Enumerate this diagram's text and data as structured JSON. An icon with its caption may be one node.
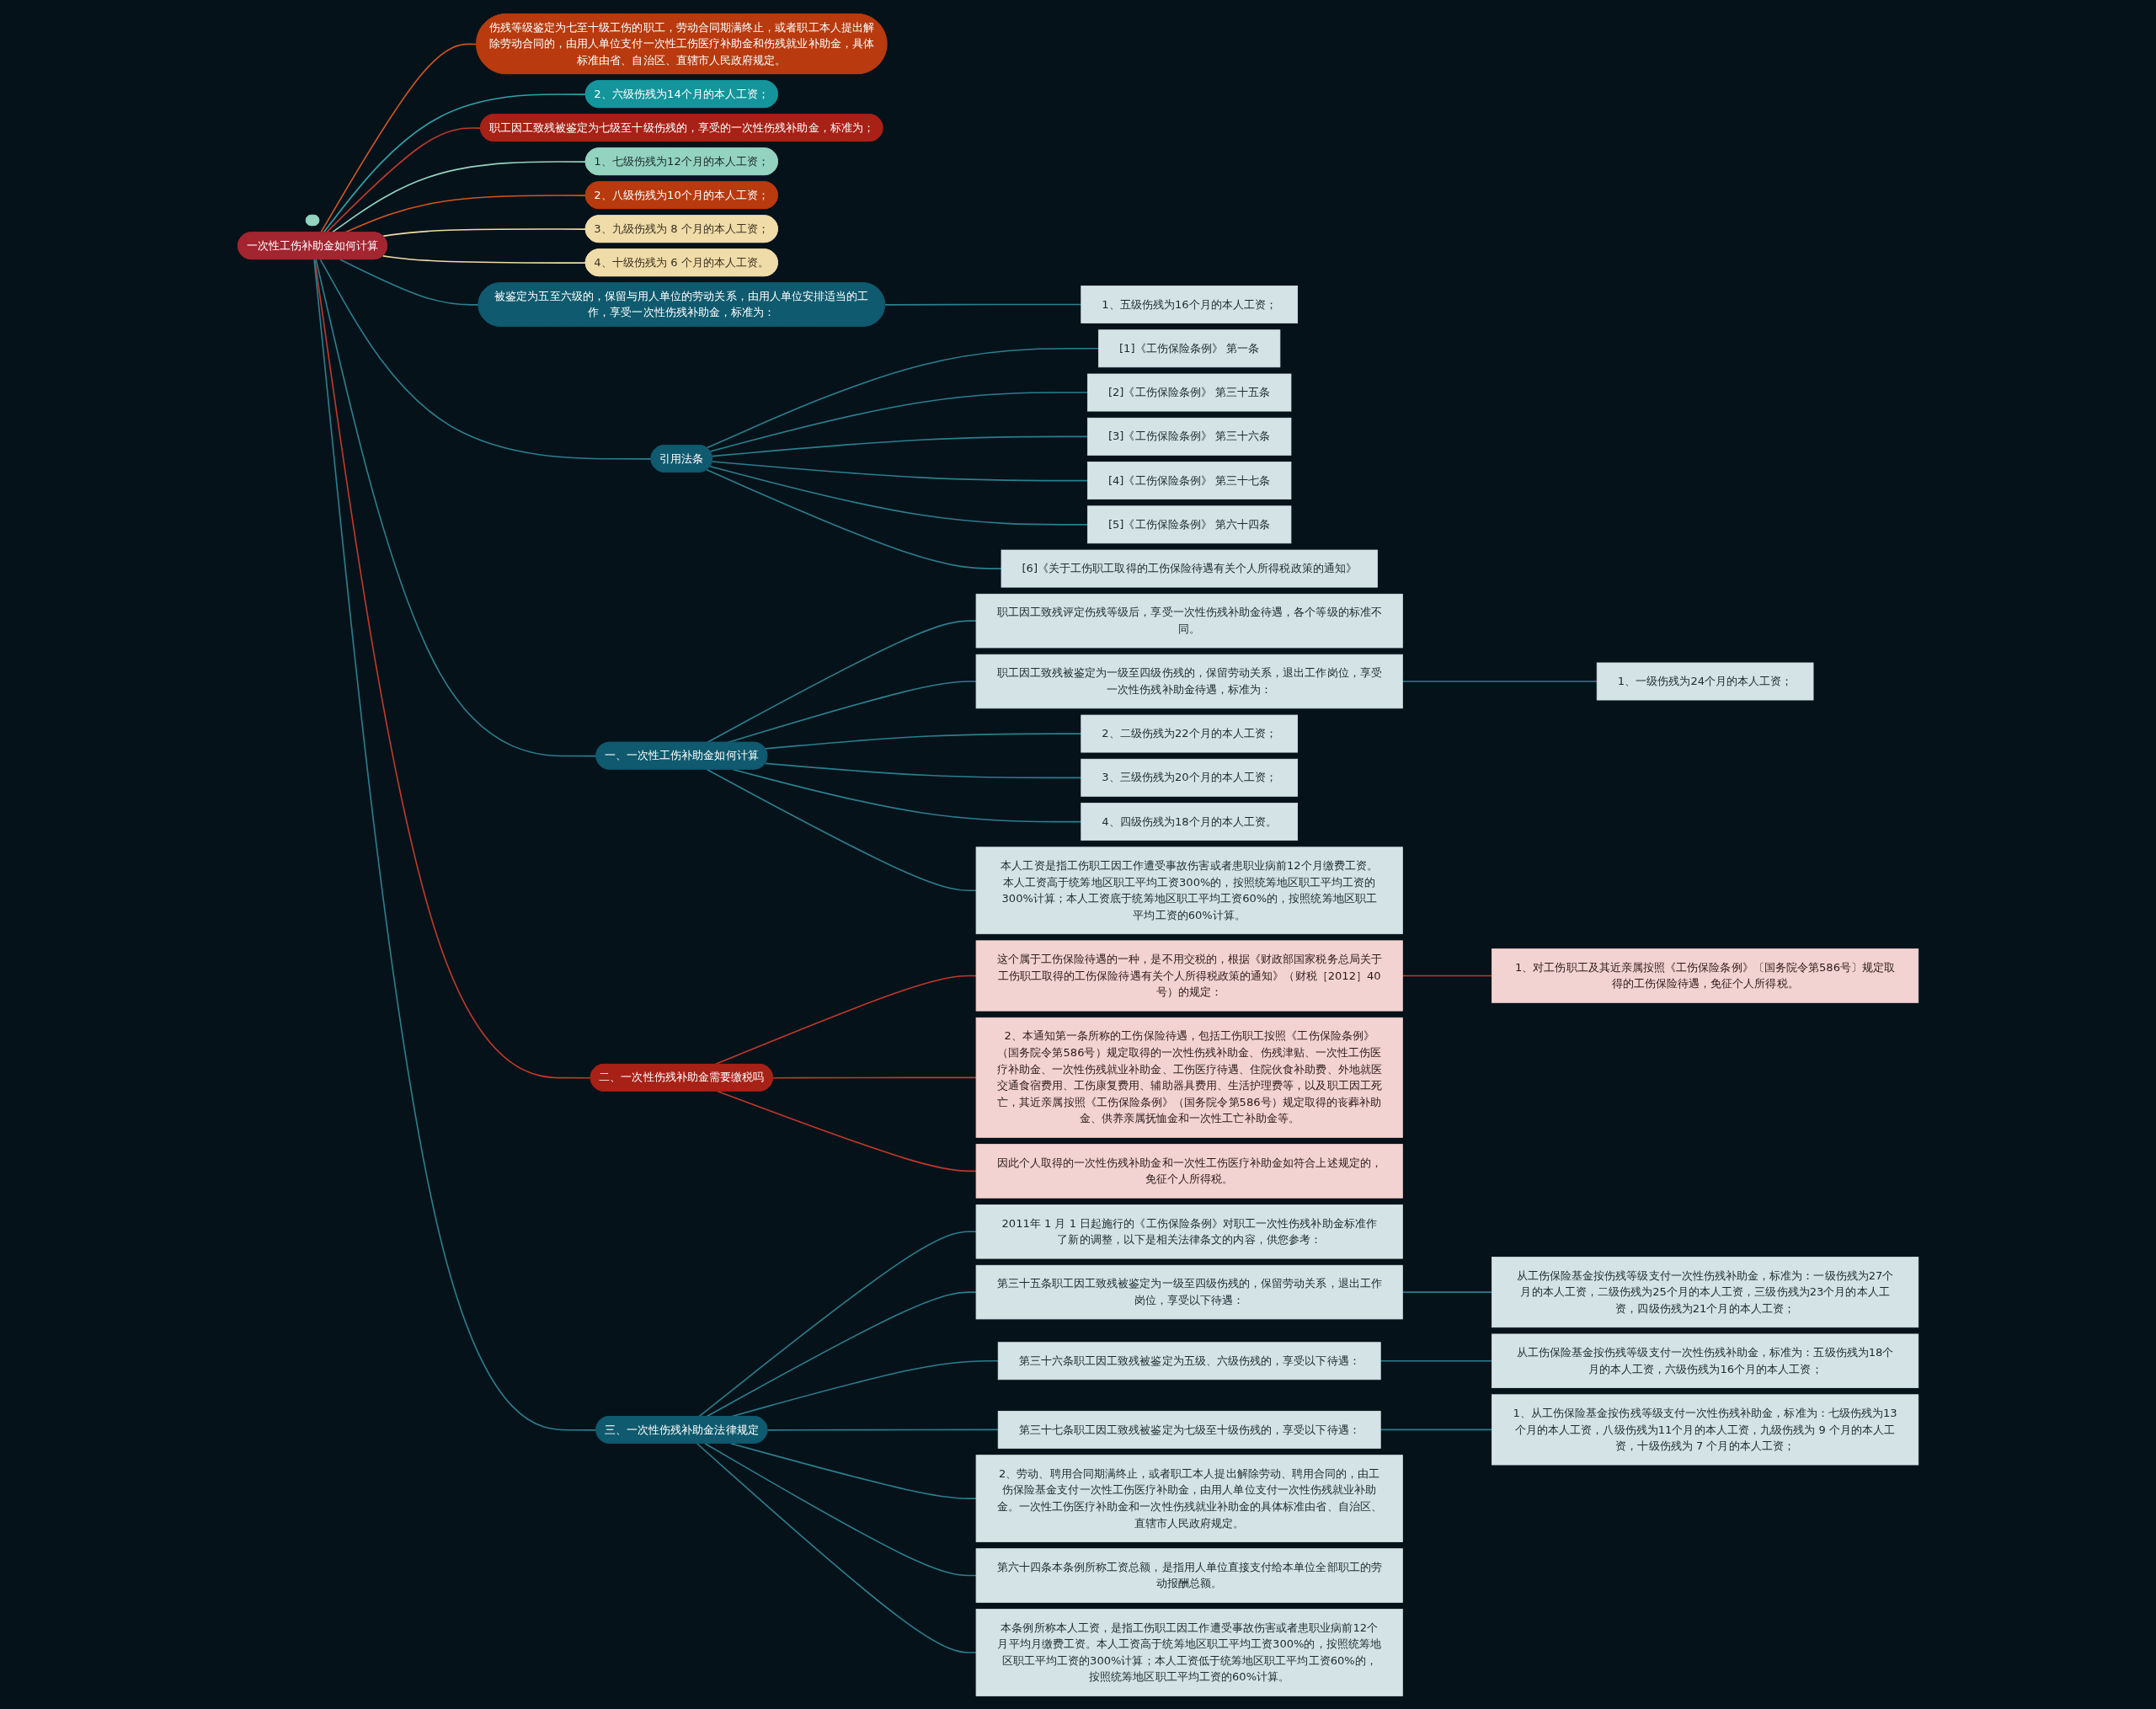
{
  "diagram": {
    "nodes": [
      {
        "text": [
          "一次性工伤补助金如何计算"
        ]
      },
      {
        "text": [
          "一、一次性工伤补助金如何计算"
        ]
      },
      {
        "text": [
          "职工因工致残评定伤残等级后，享受一次性伤残补助金待遇，各个等级的标准不同。"
        ]
      },
      {
        "text": [
          "职工因工致残被鉴定为一级至四级伤残的，保留劳动关系，退出工作岗位，享受一次性伤残补助金待遇，标准为："
        ]
      },
      {
        "text": [
          "1、一级伤残为24个月的本人工资；"
        ]
      },
      {
        "text": [
          "2、二级伤残为22个月的本人工资；"
        ]
      },
      {
        "text": [
          "3、三级伤残为20个月的本人工资；"
        ]
      },
      {
        "text": [
          "4、四级伤残为18个月的本人工资。"
        ]
      },
      {
        "text": [
          "本人工资是指工伤职工因工作遭受事故伤害或者患职业病前12个月缴费工资。本人工资高于统筹地区职工平均工资300%的，按照统筹地区职工平均工资的300%计算；本人工资底于统筹地区职工平均工资60%的，按照统筹地区职工平均工资的60%计算。"
        ]
      },
      {
        "text": [
          "被鉴定为五至六级的，保留与用人单位的劳动关系，由用人单位安排适当的工作，享受一次性伤残补助金，标准为："
        ]
      },
      {
        "text": [
          "1、五级伤残为16个月的本人工资；"
        ]
      },
      {
        "text": [
          "2、六级伤残为14个月的本人工资；"
        ]
      },
      {
        "text": [
          "职工因工致残被鉴定为七级至十级伤残的，享受的一次性伤残补助金，标准为；"
        ]
      },
      {
        "text": [
          "1、七级伤残为12个月的本人工资；"
        ]
      },
      {
        "text": [
          "2、八级伤残为10个月的本人工资；"
        ]
      },
      {
        "text": [
          "3、九级伤残为 8 个月的本人工资；"
        ]
      },
      {
        "text": [
          "4、十级伤残为 6 个月的本人工资。"
        ]
      },
      {
        "text": [
          "伤残等级鉴定为七至十级工伤的职工，劳动合同期满终止，或者职工本人提出解除劳动合同的，由用人单位支付一次性工伤医疗补助金和伤残就业补助金，具体标准由省、自治区、直辖市人民政府规定。"
        ]
      },
      {
        "text": [],
        "shape": "box"
      },
      {
        "text": [
          "二、一次性伤残补助金需要缴税吗"
        ]
      },
      {
        "text": [
          "这个属于工伤保险待遇的一种，是不用交税的，根据《财政部国家税务总局关于工伤职工取得的工伤保险待遇有关个人所得税政策的通知》（财税［2012］40号）的规定："
        ]
      },
      {
        "text": [
          "1、对工伤职工及其近亲属按照《工伤保险条例》〔国务院令第586号〕规定取得的工伤保险待遇，免征个人所得税。"
        ]
      },
      {
        "text": [
          "2、本通知第一条所称的工伤保险待遇，包括工伤职工按照《工伤保险条例》（国务院令第586号）规定取得的一次性伤残补助金、伤残津贴、一次性工伤医疗补助金、一次性伤残就业补助金、工伤医疗待遇、住院伙食补助费、外地就医交通食宿费用、工伤康复费用、辅助器具费用、生活护理费等，以及职工因工死亡，其近亲属按照《工伤保险条例》（国务院令第586号）规定取得的丧葬补助金、供养亲属抚恤金和一次性工亡补助金等。"
        ]
      },
      {
        "text": [
          "因此个人取得的一次性伤残补助金和一次性工伤医疗补助金如符合上述规定的，免征个人所得税。"
        ]
      },
      {
        "text": [
          "三、一次性伤残补助金法律规定"
        ]
      },
      {
        "text": [
          "2011年 1 月 1 日起施行的《工伤保险条例》对职工一次性伤残补助金标准作了新的调整，以下是相关法律条文的内容，供您参考："
        ]
      },
      {
        "text": [
          "第三十五条职工因工致残被鉴定为一级至四级伤残的，保留劳动关系，退出工作岗位，享受以下待遇："
        ]
      },
      {
        "text": [
          "从工伤保险基金按伤残等级支付一次性伤残补助金，标准为：一级伤残为27个月的本人工资，二级伤残为25个月的本人工资，三级伤残为23个月的本人工资，四级伤残为21个月的本人工资；"
        ]
      },
      {
        "text": [
          "第三十六条职工因工致残被鉴定为五级、六级伤残的，享受以下待遇："
        ]
      },
      {
        "text": [
          "从工伤保险基金按伤残等级支付一次性伤残补助金，标准为：五级伤残为18个月的本人工资，六级伤残为16个月的本人工资；"
        ]
      },
      {
        "text": [
          "第三十七条职工因工致残被鉴定为七级至十级伤残的，享受以下待遇："
        ]
      },
      {
        "text": [
          "1、从工伤保险基金按伤残等级支付一次性伤残补助金，标准为：七级伤残为13个月的本人工资，八级伤残为11个月的本人工资，九级伤残为 9 个月的本人工资，十级伤残为 7 个月的本人工资；"
        ]
      },
      {
        "text": [
          "2、劳动、聘用合同期满终止，或者职工本人提出解除劳动、聘用合同的，由工伤保险基金支付一次性工伤医疗补助金，由用人单位支付一次性伤残就业补助金。一次性工伤医疗补助金和一次性伤残就业补助金的具体标准由省、自治区、直辖市人民政府规定。"
        ]
      },
      {
        "text": [
          "第六十四条本条例所称工资总额，是指用人单位直接支付给本单位全部职工的劳动报酬总额。"
        ]
      },
      {
        "text": [
          "本条例所称本人工资，是指工伤职工因工作遭受事故伤害或者患职业病前12个月平均月缴费工资。本人工资高于统筹地区职工平均工资300%的，按照统筹地区职工平均工资的300%计算；本人工资低于统筹地区职工平均工资60%的，按照统筹地区职工平均工资的60%计算。"
        ]
      },
      {
        "text": [
          "引用法条"
        ]
      },
      {
        "text": [
          "[1]《工伤保险条例》 第一条"
        ]
      },
      {
        "text": [
          "[2]《工伤保险条例》 第三十五条"
        ]
      },
      {
        "text": [
          "[3]《工伤保险条例》 第三十六条"
        ]
      },
      {
        "text": [
          "[4]《工伤保险条例》 第三十七条"
        ]
      },
      {
        "text": [
          "[5]《工伤保险条例》 第六十四条"
        ]
      },
      {
        "text": [
          "[6]《关于工伤职工取得的工伤保险待遇有关个人所得税政策的通知》"
        ]
      }
    ],
    "edges": [
      {
        "from": 0,
        "to": 1,
        "arrow": "none"
      },
      {
        "from": 1,
        "to": 2,
        "arrow": "none"
      },
      {
        "from": 1,
        "to": 3,
        "arrow": "none"
      },
      {
        "from": 3,
        "to": 4,
        "arrow": "none"
      },
      {
        "from": 1,
        "to": 5,
        "arrow": "none"
      },
      {
        "from": 1,
        "to": 6,
        "arrow": "none"
      },
      {
        "from": 1,
        "to": 7,
        "arrow": "none"
      },
      {
        "from": 1,
        "to": 8,
        "arrow": "none"
      },
      {
        "from": 0,
        "to": 9,
        "arrow": "none"
      },
      {
        "from": 9,
        "to": 10,
        "arrow": "none"
      },
      {
        "from": 0,
        "to": 11,
        "arrow": "none",
        "color": "#2fa3aa"
      },
      {
        "from": 0,
        "to": 12,
        "arrow": "none",
        "color": "#c0392b"
      },
      {
        "from": 0,
        "to": 13,
        "arrow": "none",
        "color": "#93d3c0"
      },
      {
        "from": 0,
        "to": 14,
        "arrow": "none",
        "color": "#d2561c"
      },
      {
        "from": 0,
        "to": 15,
        "arrow": "none",
        "color": "#f0dca8"
      },
      {
        "from": 0,
        "to": 16,
        "arrow": "none",
        "color": "#f0dca8"
      },
      {
        "from": 0,
        "to": 17,
        "arrow": "none",
        "color": "#d2561c"
      },
      {
        "from": 0,
        "to": 19,
        "arrow": "none",
        "color": "#c0392b"
      },
      {
        "from": 19,
        "to": 20,
        "arrow": "none",
        "color": "#c0392b"
      },
      {
        "from": 20,
        "to": 21,
        "arrow": "none",
        "color": "#c0392b"
      },
      {
        "from": 19,
        "to": 22,
        "arrow": "none",
        "color": "#c0392b"
      },
      {
        "from": 19,
        "to": 23,
        "arrow": "none",
        "color": "#c0392b"
      },
      {
        "from": 0,
        "to": 24,
        "arrow": "none"
      },
      {
        "from": 24,
        "to": 25,
        "arrow": "none"
      },
      {
        "from": 24,
        "to": 26,
        "arrow": "none"
      },
      {
        "from": 26,
        "to": 27,
        "arrow": "none"
      },
      {
        "from": 24,
        "to": 28,
        "arrow": "none"
      },
      {
        "from": 28,
        "to": 29,
        "arrow": "none"
      },
      {
        "from": 24,
        "to": 30,
        "arrow": "none"
      },
      {
        "from": 30,
        "to": 31,
        "arrow": "none"
      },
      {
        "from": 24,
        "to": 32,
        "arrow": "none"
      },
      {
        "from": 24,
        "to": 33,
        "arrow": "none"
      },
      {
        "from": 24,
        "to": 34,
        "arrow": "none"
      },
      {
        "from": 0,
        "to": 35,
        "arrow": "none"
      },
      {
        "from": 35,
        "to": 36,
        "arrow": "none"
      },
      {
        "from": 35,
        "to": 37,
        "arrow": "none"
      },
      {
        "from": 35,
        "to": 38,
        "arrow": "none"
      },
      {
        "from": 35,
        "to": 39,
        "arrow": "none"
      },
      {
        "from": 35,
        "to": 40,
        "arrow": "none"
      },
      {
        "from": 35,
        "to": 41,
        "arrow": "none"
      }
    ]
  }
}
